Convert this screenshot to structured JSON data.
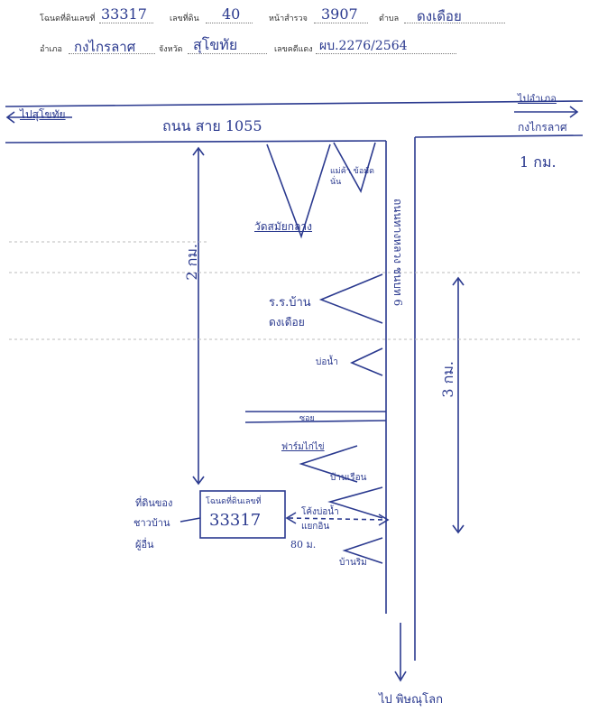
{
  "header": {
    "deed_label": "โฉนดที่ดินเลขที่",
    "deed_no": "33317",
    "land_no_label": "เลขที่ดิน",
    "land_no": "40",
    "survey_label": "หน้าสำรวจ",
    "survey_no": "3907",
    "tambon_label": "ตำบล",
    "tambon": "ดงเดือย",
    "amphoe_label": "อำเภอ",
    "amphoe": "กงไกรลาศ",
    "province_label": "จังหวัด",
    "province": "สุโขทัย",
    "case_label": "เลขคดีแดง",
    "case_no": "ผบ.2276/2564"
  },
  "map": {
    "to_left": "ไปสุโขทัย",
    "to_right_1": "ไปอำเภอ",
    "to_right_2": "กงไกรลาศ",
    "highway": "ถนน สาย 1055",
    "dist_right": "1 กม.",
    "temple": "วัดสมัยกลาง",
    "shop": "แม่ค้า ข้อมัดนั่น",
    "school_1": "ร.ร.บ้าน",
    "school_2": "ดงเดือย",
    "pond": "บ่อน้ำ",
    "road_vertical": "ถนนทางหลวง ชนบท 6",
    "dist_left": "2 กม.",
    "dist_right_v": "3 กม.",
    "side_road": "ซอย",
    "rice_field": "ฟาร์มไก่ไข่",
    "house_1": "บ้านเรือน",
    "house_2": "โค้งบ่อน้ำ",
    "house_3": "แยกอิน",
    "dist_80": "80 ม.",
    "house_4": "บ้านริม",
    "plot_label": "โฉนดที่ดินเลขที่",
    "plot_no": "33317",
    "owner_1": "ที่ดินของ",
    "owner_2": "ชาวบ้าน",
    "owner_3": "ผู้อื่น",
    "to_bottom": "ไป พิษณุโลก"
  }
}
